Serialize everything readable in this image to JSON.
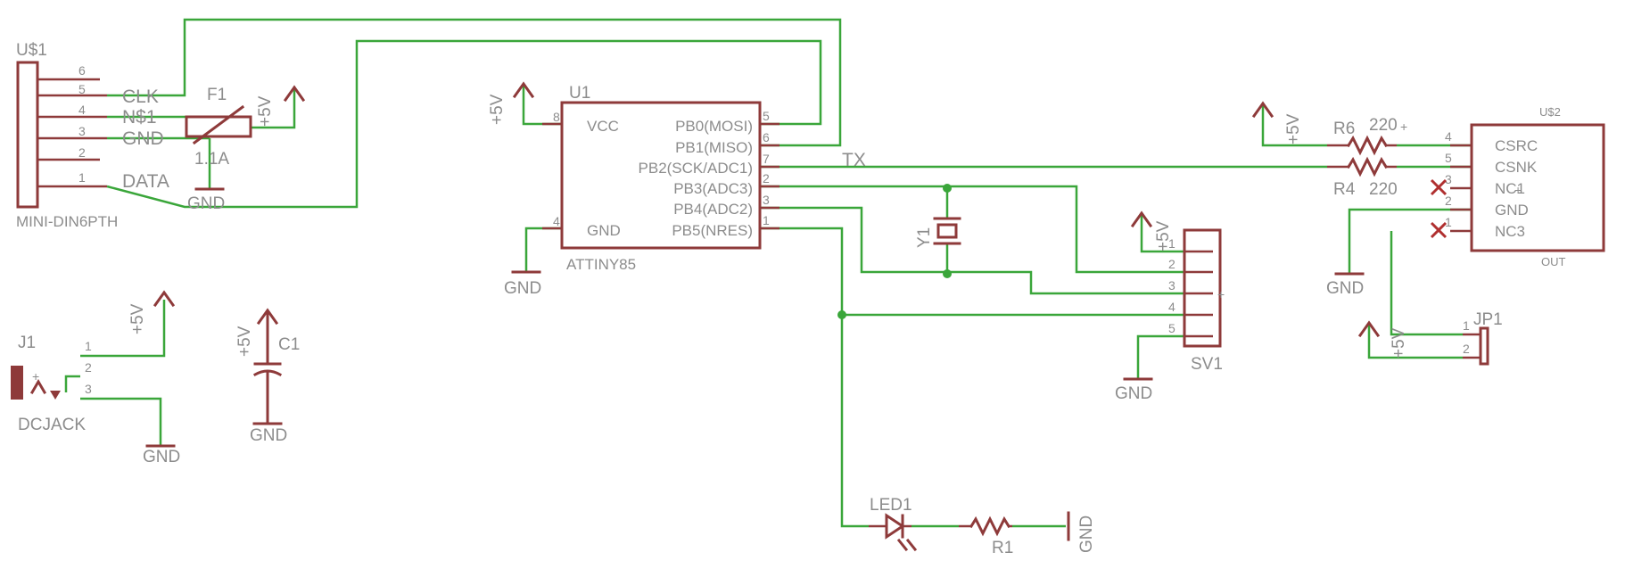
{
  "mini_din": {
    "name": "U$1",
    "value": "MINI-DIN6PTH",
    "pins": [
      "6",
      "5",
      "4",
      "3",
      "2",
      "1"
    ]
  },
  "nets": {
    "clk": "CLK",
    "n1": "N$1",
    "gnd": "GND",
    "data": "DATA",
    "tx": "TX"
  },
  "fuse": {
    "name": "F1",
    "value": "1.1A"
  },
  "power": {
    "vcc": "+5V",
    "gnd": "GND"
  },
  "attiny": {
    "name": "U1",
    "value": "ATTINY85",
    "left": [
      {
        "num": "8",
        "label": "VCC"
      },
      {
        "num": "4",
        "label": "GND"
      }
    ],
    "right": [
      {
        "num": "5",
        "label": "PB0(MOSI)"
      },
      {
        "num": "6",
        "label": "PB1(MISO)"
      },
      {
        "num": "7",
        "label": "PB2(SCK/ADC1)"
      },
      {
        "num": "2",
        "label": "PB3(ADC3)"
      },
      {
        "num": "3",
        "label": "PB4(ADC2)"
      },
      {
        "num": "1",
        "label": "PB5(NRES)"
      }
    ]
  },
  "crystal": {
    "name": "Y1"
  },
  "header": {
    "name": "SV1",
    "pins": [
      "1",
      "2",
      "3",
      "4",
      "5"
    ]
  },
  "optocoupler": {
    "name": "U$2",
    "out": "OUT",
    "pins": [
      {
        "num": "4",
        "label": "CSRC"
      },
      {
        "num": "5",
        "label": "CSNK"
      },
      {
        "num": "3",
        "label": "NC1"
      },
      {
        "num": "2",
        "label": "GND"
      },
      {
        "num": "1",
        "label": "NC3"
      }
    ]
  },
  "r6": {
    "name": "R6",
    "value": "220"
  },
  "r4": {
    "name": "R4",
    "value": "220"
  },
  "r1": {
    "name": "R1"
  },
  "jumper": {
    "name": "JP1",
    "pins": [
      "1",
      "2"
    ]
  },
  "dcjack": {
    "name": "J1",
    "value": "DCJACK",
    "pins": [
      "1",
      "2",
      "3"
    ]
  },
  "cap": {
    "name": "C1"
  },
  "led": {
    "name": "LED1"
  },
  "colors": {
    "wire": "#3aa63a",
    "symbol": "#8e3a3a",
    "text": "#8c8c8c",
    "nc_mark": "#b03030"
  }
}
